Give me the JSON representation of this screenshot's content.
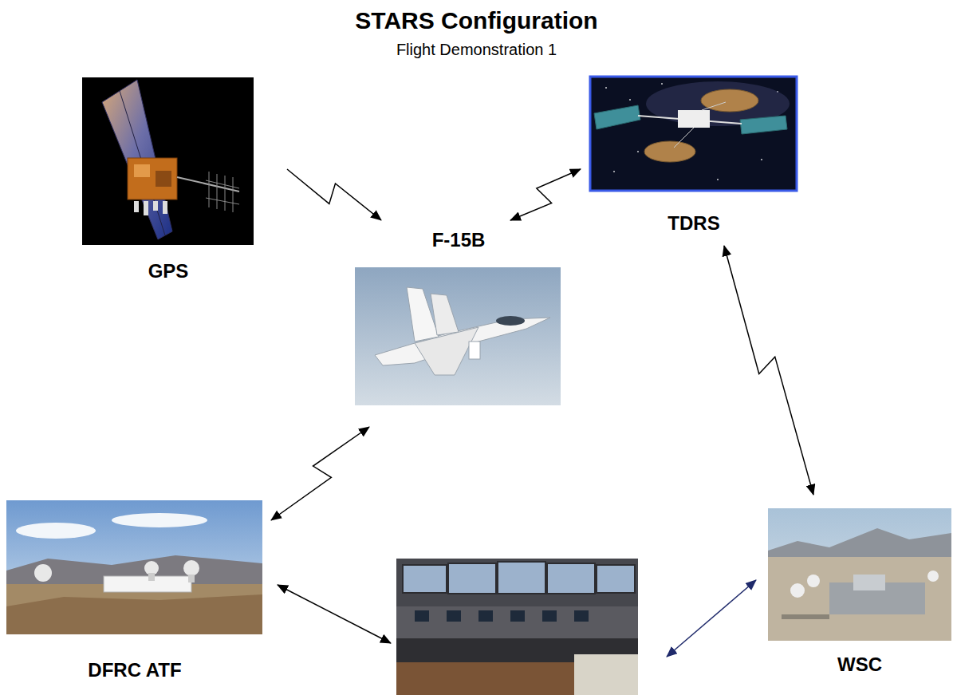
{
  "diagram": {
    "title": "STARS Configuration",
    "nodes": [
      {
        "text": [
          "GPS"
        ]
      },
      {
        "text": [
          "TDRS"
        ]
      },
      {
        "text": [
          "F-15B"
        ]
      },
      {
        "text": [
          "DFRC ATF"
        ]
      },
      {
        "text": []
      },
      {
        "text": [
          "WSC"
        ]
      }
    ],
    "edges": [
      {
        "from": 0,
        "to": 2,
        "arrow": "to"
      },
      {
        "from": 2,
        "to": 1,
        "arrow": "both"
      },
      {
        "from": 1,
        "to": 5,
        "arrow": "both"
      },
      {
        "from": 2,
        "to": 3,
        "arrow": "both"
      },
      {
        "from": 3,
        "to": 4,
        "arrow": "both"
      },
      {
        "from": 4,
        "to": 5,
        "arrow": "both"
      }
    ],
    "labels": [
      "Flight Demonstration 1"
    ]
  }
}
